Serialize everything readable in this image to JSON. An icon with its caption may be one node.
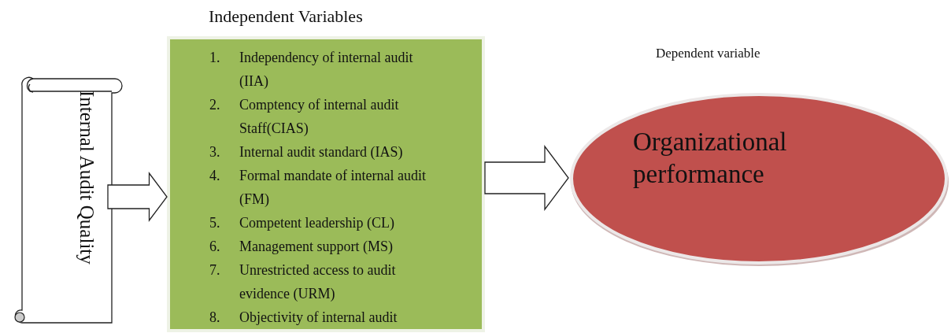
{
  "diagram": {
    "nodes": [
      {
        "text": [
          "Internal Audit Quality"
        ]
      },
      {
        "text": [
          "Independent Variables",
          "1. Independency of internal audit (IIA)",
          "2. Comptency of internal audit Staff(CIAS)",
          "3. Internal audit standard (IAS)",
          "4. Formal mandate of internal audit (FM)",
          "5. Competent leadership (CL)",
          "6. Management support (MS)",
          "7. Unrestricted access to audit evidence (URM)",
          "8. Objectivity of internal audit"
        ]
      },
      {
        "text": [
          "Dependent variable",
          "Organizational performance"
        ]
      }
    ],
    "edges": [
      {
        "from": 0,
        "to": 1,
        "arrow": "to"
      },
      {
        "from": 1,
        "to": 2,
        "arrow": "to"
      }
    ]
  }
}
